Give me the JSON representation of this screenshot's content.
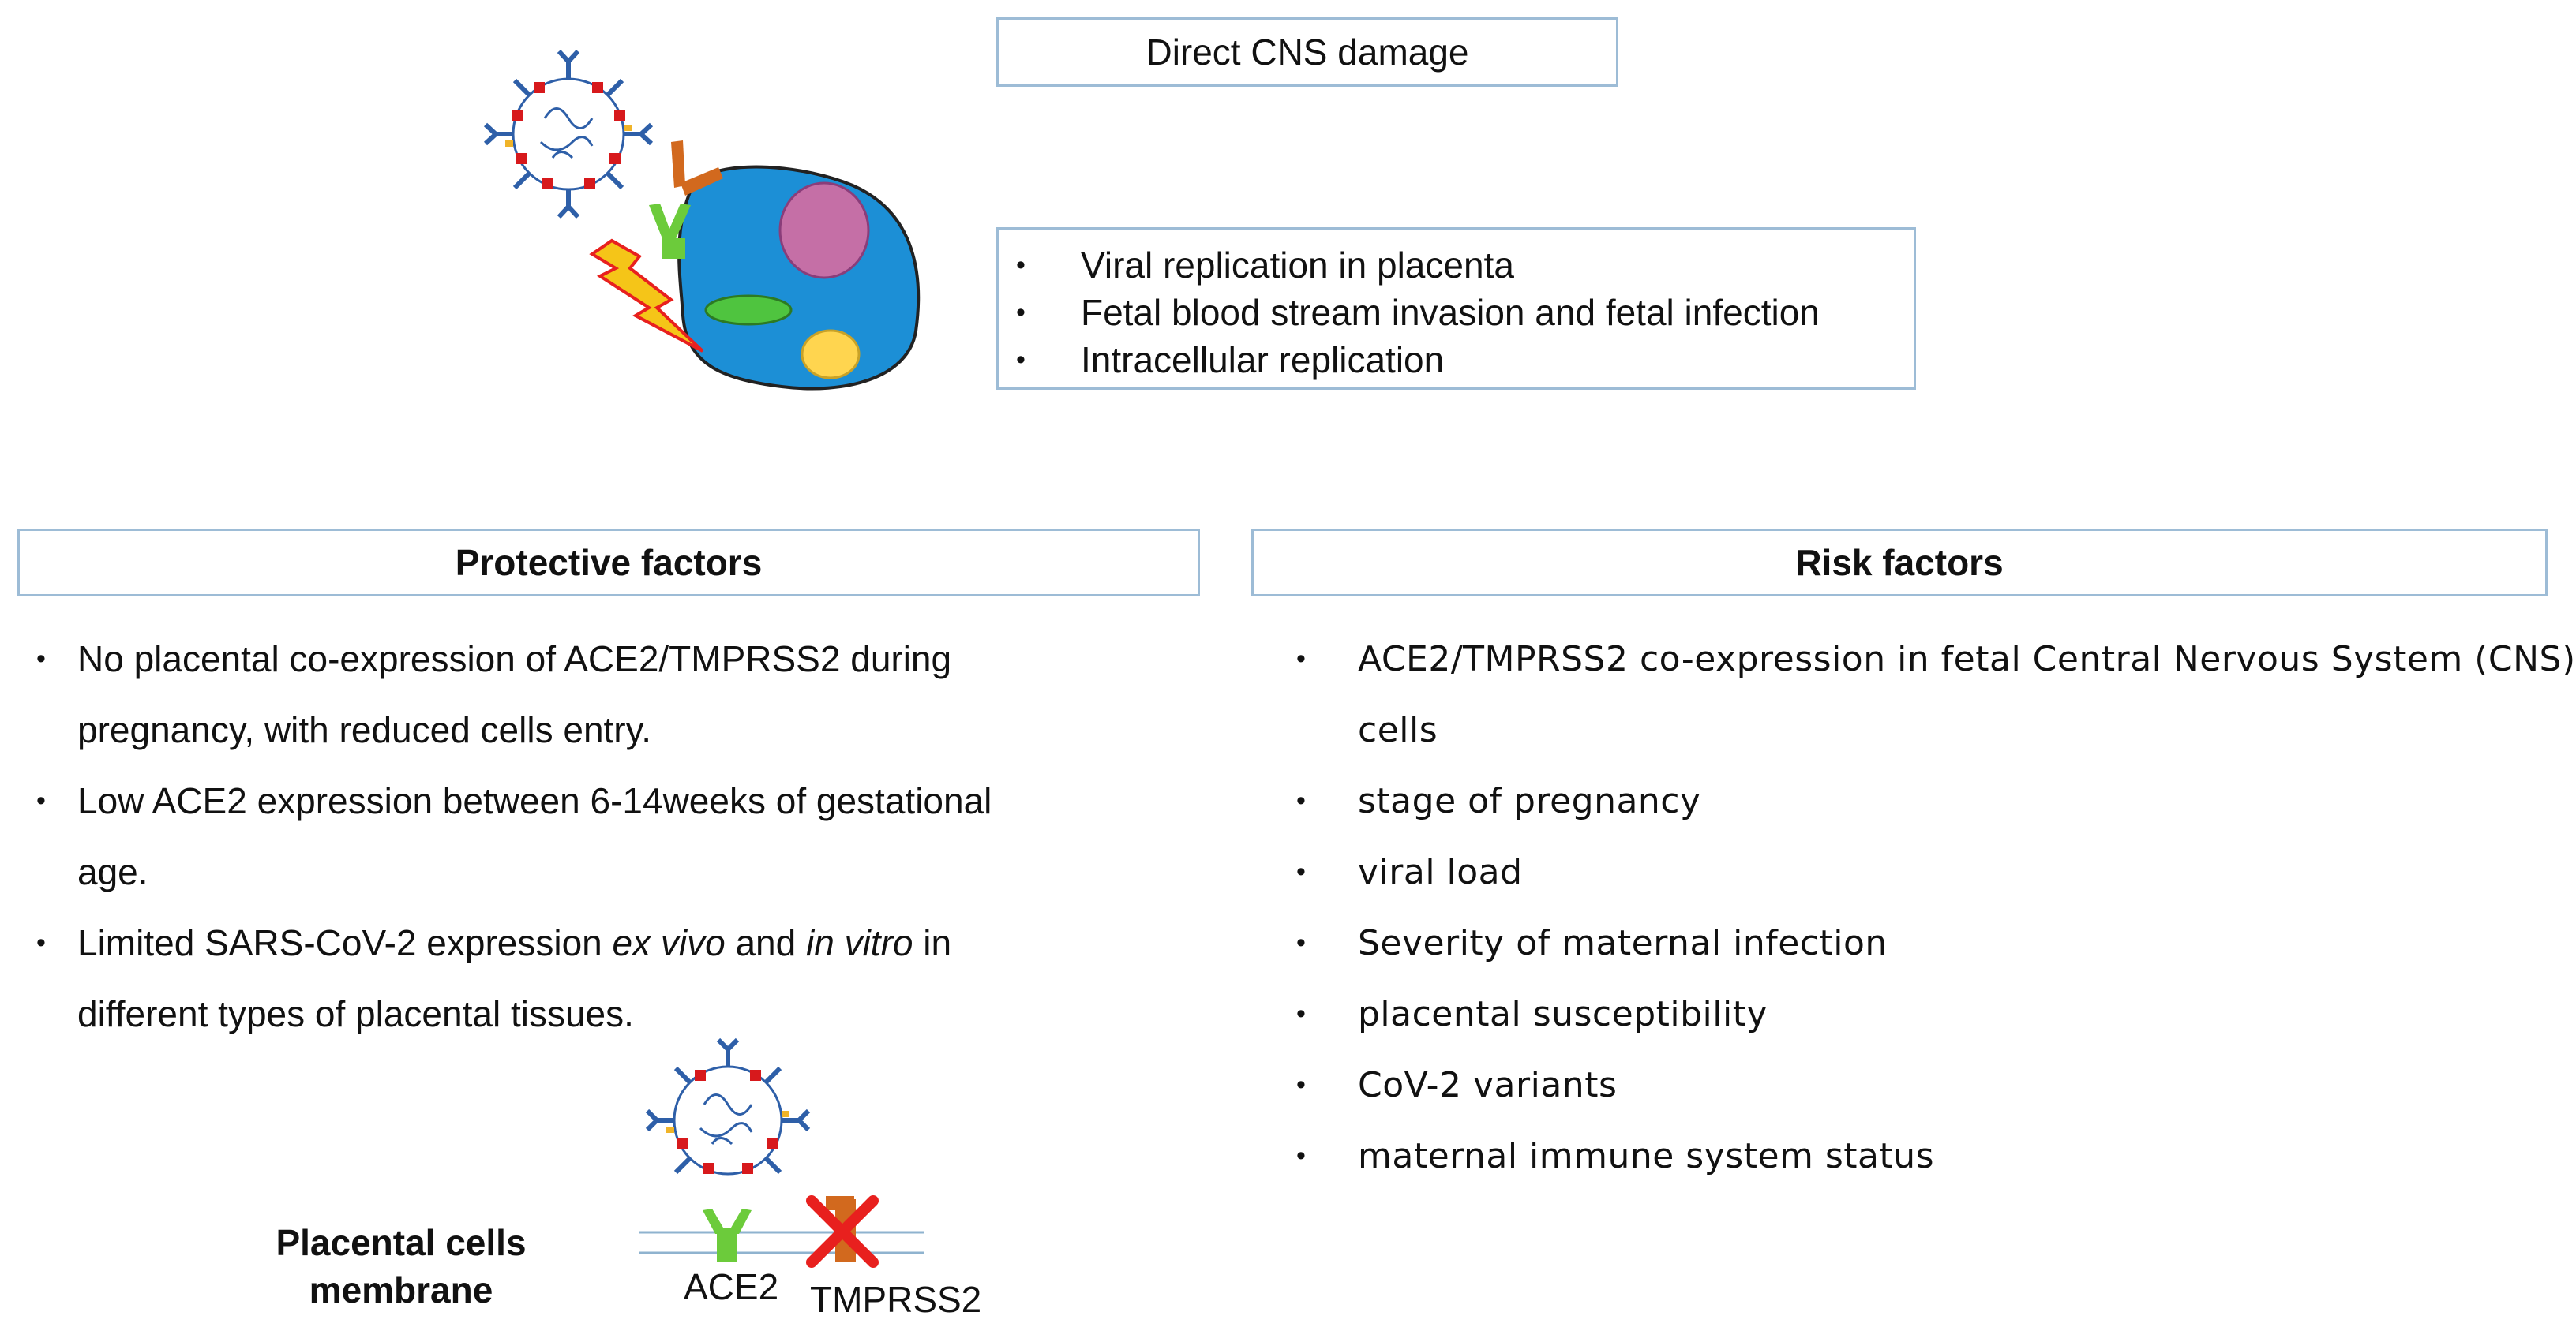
{
  "direct_cns": {
    "title": "Direct CNS damage",
    "mechanisms": [
      "Viral replication in placenta",
      "Fetal blood stream invasion and fetal infection",
      "Intracellular replication"
    ]
  },
  "protective": {
    "header": "Protective factors",
    "items": [
      {
        "line1": "No placental co-expression of ACE2/TMPRSS2 during",
        "line2": "pregnancy, with reduced cells entry."
      },
      {
        "line1": "Low ACE2 expression between 6-14weeks of gestational",
        "line2": "age."
      },
      {
        "line1_a": "Limited SARS-CoV-2 expression ",
        "line1_b": "ex vivo",
        "line1_c": " and ",
        "line1_d": "in vitro",
        "line1_e": " in",
        "line2": "different types of placental tissues."
      }
    ]
  },
  "risk": {
    "header": "Risk factors",
    "items": [
      {
        "line1": "ACE2/TMPRSS2 co-expression in fetal Central Nervous System (CNS)",
        "line2": "cells"
      },
      {
        "line1": "stage of pregnancy"
      },
      {
        "line1": "viral load"
      },
      {
        "line1": "Severity of maternal infection"
      },
      {
        "line1": "placental susceptibility"
      },
      {
        "line1": "CoV-2 variants"
      },
      {
        "line1": "maternal immune system status"
      }
    ]
  },
  "membrane": {
    "label_line1": "Placental cells",
    "label_line2": "membrane",
    "ace2": "ACE2",
    "tmprss2": "TMPRSS2"
  },
  "bullet": "•",
  "colors": {
    "box_border": "#9dbcd6",
    "cell_fill": "#1c8fd6",
    "nucleus_fill": "#c56fa6",
    "ace2_green": "#6ccb3b",
    "tmprss2_orange": "#d2691e",
    "lightning": "#f5c518",
    "x_red": "#e8201e",
    "spike_blue": "#2e5fa8",
    "spike_red": "#d7191c"
  }
}
